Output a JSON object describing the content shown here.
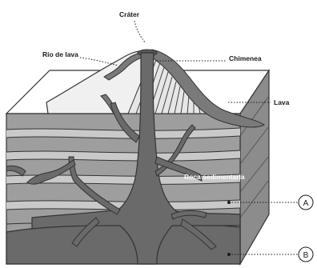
{
  "diagram": {
    "labels": {
      "crater": "Cráter",
      "lava_river": "Río de lava",
      "chimney": "Chimenea",
      "lava": "Lava",
      "sedimentary_rock": "Roca sedimentaria",
      "marker_a": "A",
      "marker_b": "B"
    }
  }
}
